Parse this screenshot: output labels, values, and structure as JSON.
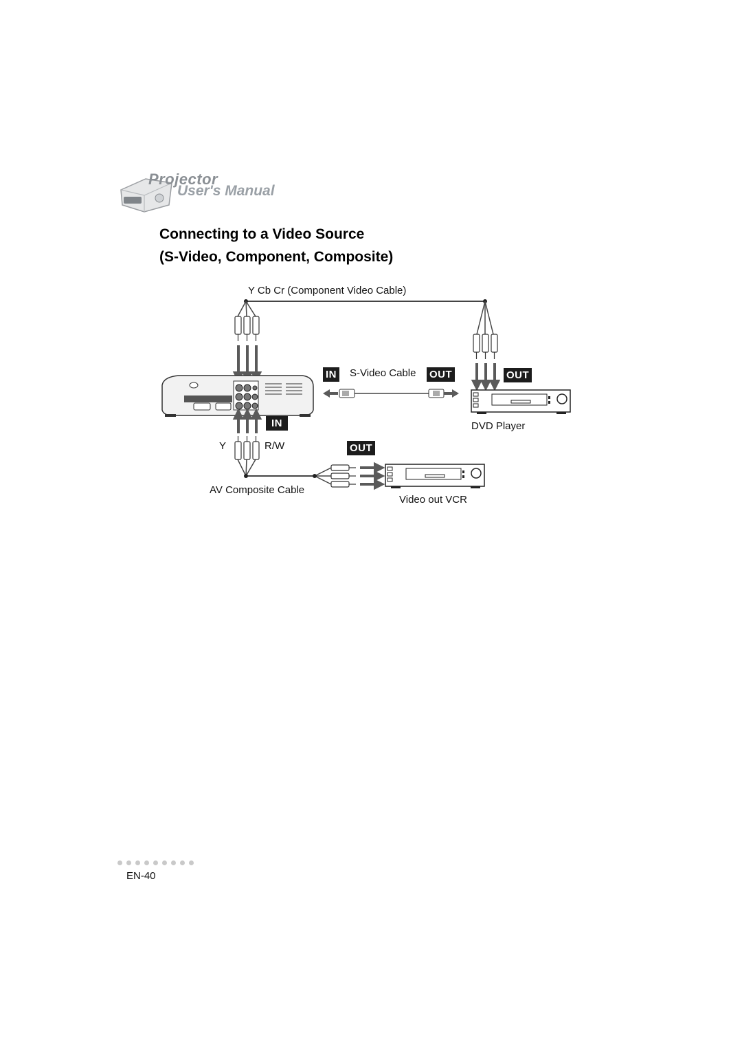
{
  "header": {
    "logo_line1": "Projector",
    "logo_line2": "User's Manual"
  },
  "title": {
    "line1": "Connecting to a Video Source",
    "line2": "(S-Video, Component, Composite)"
  },
  "diagram": {
    "component_cable_label": "Y  Cb  Cr (Component Video Cable)",
    "svideo_cable_label": "S-Video Cable",
    "tag_in": "IN",
    "tag_out": "OUT",
    "dvd_player_label": "DVD Player",
    "y_label": "Y",
    "rw_label": "R/W",
    "av_cable_label": "AV Composite Cable",
    "vcr_label": "Video out VCR"
  },
  "footer": {
    "page_number": "EN-40"
  }
}
